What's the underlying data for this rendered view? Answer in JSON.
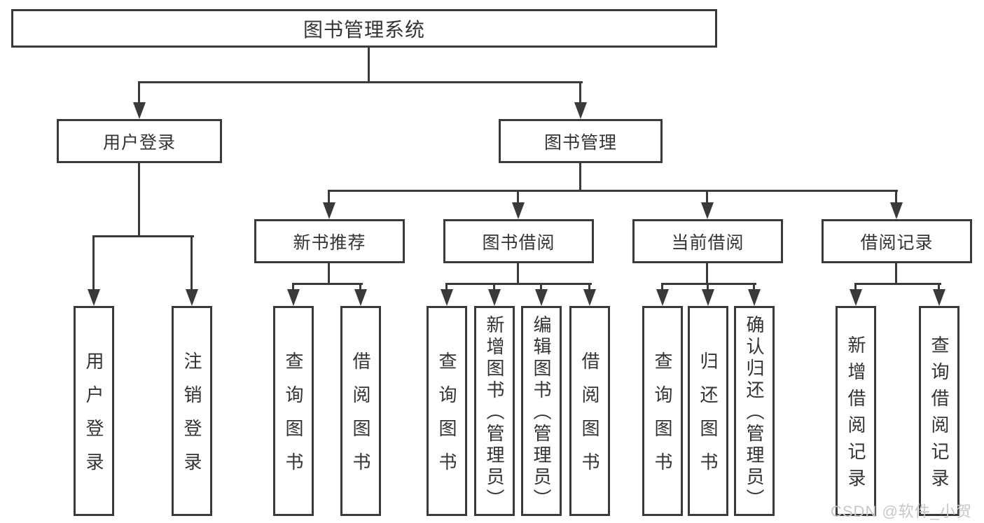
{
  "watermark": "CSDN @软件_小贺同学",
  "colors": {
    "line": "#3a3a3a",
    "text": "#333333",
    "watermark": "#c7c7c7",
    "background": "#ffffff"
  },
  "tree": {
    "root": "图书管理系统",
    "user_login": {
      "label": "用户登录",
      "children": {
        "login": "用户登录",
        "logout": "注销登录"
      }
    },
    "book_mgmt": {
      "label": "图书管理",
      "children": {
        "new_books": {
          "label": "新书推荐",
          "children": {
            "query": "查询图书",
            "borrow": "借阅图书"
          }
        },
        "borrowing": {
          "label": "图书借阅",
          "children": {
            "query": "查询图书",
            "add": "新增图书（管理员）",
            "edit": "编辑图书（管理员）",
            "borrow": "借阅图书"
          }
        },
        "current": {
          "label": "当前借阅",
          "children": {
            "query": "查询图书",
            "return": "归还图书",
            "confirm": "确认归还（管理员）"
          }
        },
        "records": {
          "label": "借阅记录",
          "children": {
            "add": "新增借阅记录",
            "query": "查询借阅记录"
          }
        }
      }
    }
  }
}
